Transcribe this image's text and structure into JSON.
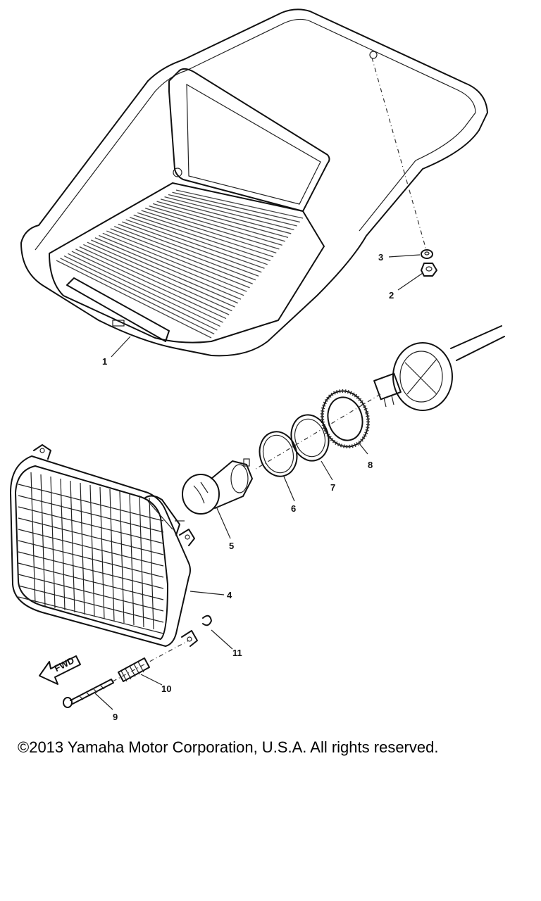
{
  "callouts": [
    "1",
    "2",
    "3",
    "4",
    "5",
    "6",
    "7",
    "8",
    "9",
    "10",
    "11"
  ],
  "arrow_label": "FWD",
  "copyright": "©2013 Yamaha Motor Corporation, U.S.A. All rights reserved."
}
